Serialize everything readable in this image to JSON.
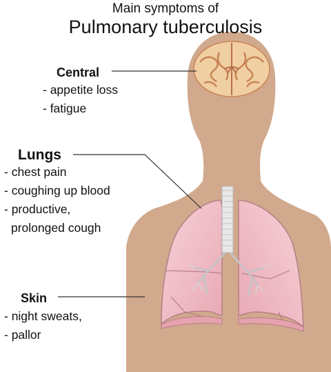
{
  "diagram": {
    "subtitle": "Main symptoms of",
    "title": "Pulmonary tuberculosis"
  },
  "sections": {
    "central": {
      "title": "Central",
      "symptoms": [
        "- appetite loss",
        "- fatigue"
      ]
    },
    "lungs": {
      "title": "Lungs",
      "symptoms": [
        "- chest pain",
        "- coughing up blood",
        "- productive,",
        "prolonged cough"
      ]
    },
    "skin": {
      "title": "Skin",
      "symptoms": [
        "- night sweats,",
        "- pallor"
      ]
    }
  },
  "colors": {
    "skin": "#d1a98c",
    "lung": "#f2c2cb",
    "lung_edge": "#b67f88",
    "brain": "#f0cfa2",
    "brain_folds": "#c98456",
    "trachea": "#e8e8e8",
    "bronchi": "#c8c2c6",
    "leader_line": "#333333"
  }
}
